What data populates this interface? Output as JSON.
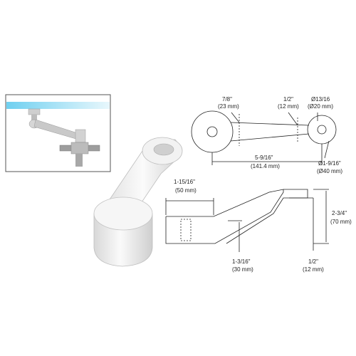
{
  "top_view": {
    "dim_a": [
      "7/8\"",
      "(23 mm)"
    ],
    "dim_b": [
      "1/2\"",
      "(12 mm)"
    ],
    "dim_c": [
      "Ø13/16",
      "(Ø20 mm)"
    ],
    "dim_length": [
      "5-9/16\"",
      "(141.4 mm)"
    ],
    "dim_d": [
      "Ø1-9/16\"",
      "(Ø40 mm)"
    ]
  },
  "side_view": {
    "dim_width": [
      "1-15/16\"",
      "(50 mm)"
    ],
    "dim_height": [
      "2-3/4\"",
      "(70 mm)"
    ],
    "dim_base": [
      "1-3/16\"",
      "(30 mm)"
    ],
    "dim_thick": [
      "1/2\"",
      "(12 mm)"
    ]
  },
  "colors": {
    "line": "#222222",
    "metal_light": "#f4f4f4",
    "metal_mid": "#d9d9d9",
    "glass": "#7fd3ee"
  }
}
